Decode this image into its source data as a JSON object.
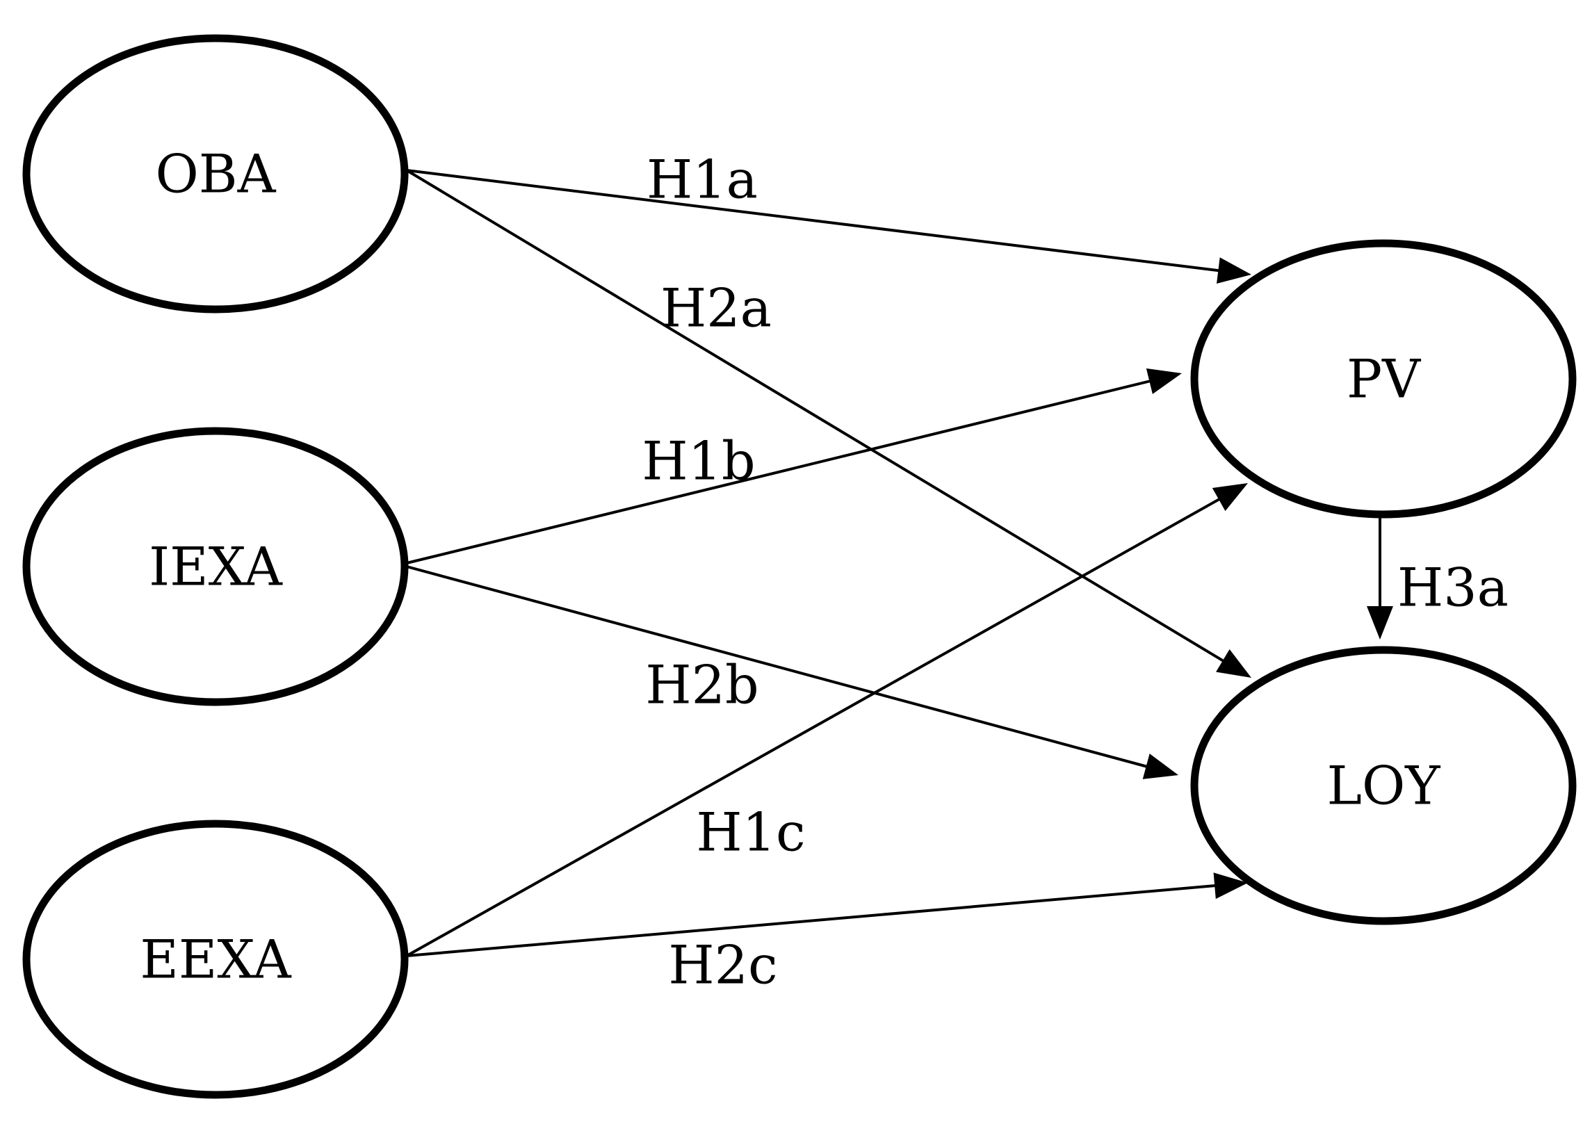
{
  "nodes": [
    {
      "id": "oba",
      "label": "OBA"
    },
    {
      "id": "iexa",
      "label": "IEXA"
    },
    {
      "id": "eexa",
      "label": "EEXA"
    },
    {
      "id": "pv",
      "label": "PV"
    },
    {
      "id": "loy",
      "label": "LOY"
    }
  ],
  "edges": [
    {
      "id": "h1a",
      "from": "oba",
      "to": "pv",
      "label": "H1a"
    },
    {
      "id": "h2a",
      "from": "oba",
      "to": "loy",
      "label": "H2a"
    },
    {
      "id": "h1b",
      "from": "iexa",
      "to": "pv",
      "label": "H1b"
    },
    {
      "id": "h2b",
      "from": "iexa",
      "to": "loy",
      "label": "H2b"
    },
    {
      "id": "h1c",
      "from": "eexa",
      "to": "pv",
      "label": "H1c"
    },
    {
      "id": "h2c",
      "from": "eexa",
      "to": "loy",
      "label": "H2c"
    },
    {
      "id": "h3a",
      "from": "pv",
      "to": "loy",
      "label": "H3a"
    }
  ],
  "colors": {
    "stroke": "#000000",
    "background": "#ffffff"
  }
}
